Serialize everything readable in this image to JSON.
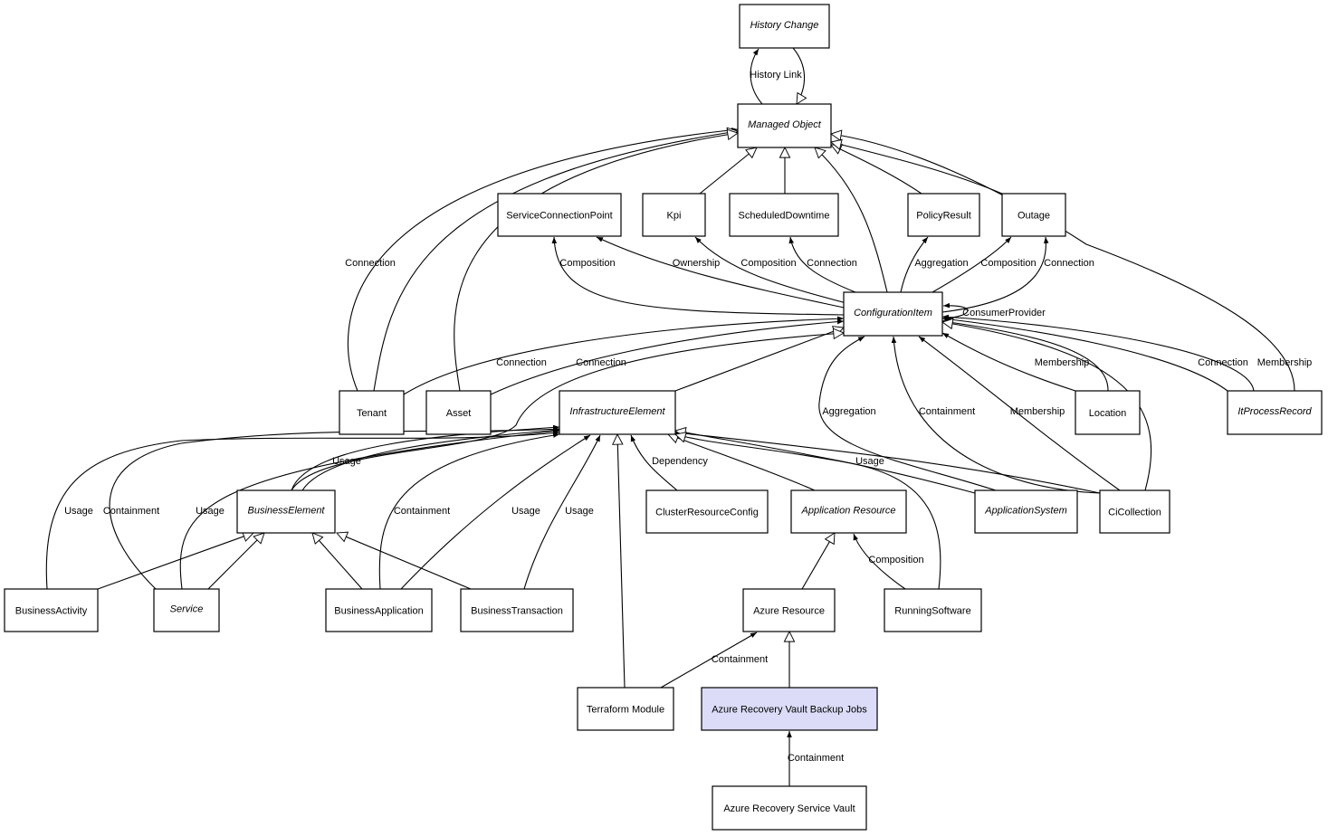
{
  "nodes": [
    {
      "id": "history_change",
      "label": "History Change",
      "abstract": true
    },
    {
      "id": "managed_object",
      "label": "Managed Object",
      "abstract": true
    },
    {
      "id": "service_connection_point",
      "label": "ServiceConnectionPoint",
      "abstract": false
    },
    {
      "id": "kpi",
      "label": "Kpi",
      "abstract": false
    },
    {
      "id": "scheduled_downtime",
      "label": "ScheduledDowntime",
      "abstract": false
    },
    {
      "id": "policy_result",
      "label": "PolicyResult",
      "abstract": false
    },
    {
      "id": "outage",
      "label": "Outage",
      "abstract": false
    },
    {
      "id": "configuration_item",
      "label": "ConfigurationItem",
      "abstract": true
    },
    {
      "id": "tenant",
      "label": "Tenant",
      "abstract": false
    },
    {
      "id": "asset",
      "label": "Asset",
      "abstract": false
    },
    {
      "id": "infrastructure_element",
      "label": "InfrastructureElement",
      "abstract": true
    },
    {
      "id": "location",
      "label": "Location",
      "abstract": false
    },
    {
      "id": "it_process_record",
      "label": "ItProcessRecord",
      "abstract": true
    },
    {
      "id": "business_element",
      "label": "BusinessElement",
      "abstract": true
    },
    {
      "id": "cluster_resource_config",
      "label": "ClusterResourceConfig",
      "abstract": false
    },
    {
      "id": "application_resource",
      "label": "Application Resource",
      "abstract": true
    },
    {
      "id": "application_system",
      "label": "ApplicationSystem",
      "abstract": true
    },
    {
      "id": "ci_collection",
      "label": "CiCollection",
      "abstract": false
    },
    {
      "id": "business_activity",
      "label": "BusinessActivity",
      "abstract": false
    },
    {
      "id": "service",
      "label": "Service",
      "abstract": true
    },
    {
      "id": "business_application",
      "label": "BusinessApplication",
      "abstract": false
    },
    {
      "id": "business_transaction",
      "label": "BusinessTransaction",
      "abstract": false
    },
    {
      "id": "azure_resource",
      "label": "Azure Resource",
      "abstract": false
    },
    {
      "id": "running_software",
      "label": "RunningSoftware",
      "abstract": false
    },
    {
      "id": "terraform_module",
      "label": "Terraform Module",
      "abstract": false
    },
    {
      "id": "azure_recovery_vault_backup_jobs",
      "label": "Azure Recovery Vault Backup Jobs",
      "abstract": false,
      "highlighted": true
    },
    {
      "id": "azure_recovery_service_vault",
      "label": "Azure Recovery Service Vault",
      "abstract": false
    }
  ],
  "colors": {
    "highlight_fill": "#dcdcf8",
    "stroke": "#000000",
    "background": "#ffffff"
  },
  "edges": [
    {
      "from": "managed_object",
      "to": "history_change",
      "type": "association",
      "label": "History Link"
    },
    {
      "from": "history_change",
      "to": "managed_object",
      "type": "generalization",
      "label": ""
    },
    {
      "from": "tenant",
      "to": "managed_object",
      "type": "association",
      "label": "Connection"
    },
    {
      "from": "tenant",
      "to": "managed_object",
      "type": "generalization",
      "label": ""
    },
    {
      "from": "asset",
      "to": "managed_object",
      "type": "generalization",
      "label": ""
    },
    {
      "from": "kpi",
      "to": "managed_object",
      "type": "generalization",
      "label": ""
    },
    {
      "from": "scheduled_downtime",
      "to": "managed_object",
      "type": "generalization",
      "label": ""
    },
    {
      "from": "configuration_item",
      "to": "managed_object",
      "type": "generalization",
      "label": ""
    },
    {
      "from": "policy_result",
      "to": "managed_object",
      "type": "generalization",
      "label": ""
    },
    {
      "from": "outage",
      "to": "managed_object",
      "type": "generalization",
      "label": ""
    },
    {
      "from": "it_process_record",
      "to": "managed_object",
      "type": "generalization",
      "label": ""
    },
    {
      "from": "configuration_item",
      "to": "service_connection_point",
      "type": "association",
      "label": "Composition"
    },
    {
      "from": "configuration_item",
      "to": "service_connection_point",
      "type": "association",
      "label": "Ownership"
    },
    {
      "from": "configuration_item",
      "to": "kpi",
      "type": "association",
      "label": "Composition"
    },
    {
      "from": "configuration_item",
      "to": "scheduled_downtime",
      "type": "association",
      "label": "Connection"
    },
    {
      "from": "configuration_item",
      "to": "policy_result",
      "type": "association",
      "label": "Aggregation"
    },
    {
      "from": "configuration_item",
      "to": "outage",
      "type": "association",
      "label": "Composition"
    },
    {
      "from": "configuration_item",
      "to": "outage",
      "type": "association",
      "label": "Connection"
    },
    {
      "from": "configuration_item",
      "to": "configuration_item",
      "type": "association",
      "label": "ConsumerProvider"
    },
    {
      "from": "tenant",
      "to": "configuration_item",
      "type": "association",
      "label": "Connection"
    },
    {
      "from": "asset",
      "to": "configuration_item",
      "type": "association",
      "label": "Connection"
    },
    {
      "from": "infrastructure_element",
      "to": "configuration_item",
      "type": "generalization",
      "label": ""
    },
    {
      "from": "business_element",
      "to": "configuration_item",
      "type": "generalization",
      "label": ""
    },
    {
      "from": "location",
      "to": "configuration_item",
      "type": "association",
      "label": "Membership"
    },
    {
      "from": "location",
      "to": "configuration_item",
      "type": "generalization",
      "label": ""
    },
    {
      "from": "it_process_record",
      "to": "configuration_item",
      "type": "association",
      "label": "Connection"
    },
    {
      "from": "it_process_record",
      "to": "configuration_item",
      "type": "association",
      "label": "Membership"
    },
    {
      "from": "ci_collection",
      "to": "configuration_item",
      "type": "generalization",
      "label": ""
    },
    {
      "from": "ci_collection",
      "to": "configuration_item",
      "type": "association",
      "label": "Membership"
    },
    {
      "from": "ci_collection",
      "to": "configuration_item",
      "type": "association",
      "label": "Containment"
    },
    {
      "from": "application_system",
      "to": "configuration_item",
      "type": "association",
      "label": "Aggregation"
    },
    {
      "from": "ci_collection",
      "to": "infrastructure_element",
      "type": "association",
      "label": "Usage"
    },
    {
      "from": "application_system",
      "to": "infrastructure_element",
      "type": "generalization",
      "label": ""
    },
    {
      "from": "application_resource",
      "to": "infrastructure_element",
      "type": "generalization",
      "label": ""
    },
    {
      "from": "running_software",
      "to": "infrastructure_element",
      "type": "generalization",
      "label": ""
    },
    {
      "from": "cluster_resource_config",
      "to": "infrastructure_element",
      "type": "association",
      "label": "Dependency"
    },
    {
      "from": "terraform_module",
      "to": "infrastructure_element",
      "type": "generalization",
      "label": ""
    },
    {
      "from": "business_transaction",
      "to": "infrastructure_element",
      "type": "association",
      "label": "Usage"
    },
    {
      "from": "business_application",
      "to": "infrastructure_element",
      "type": "association",
      "label": "Usage"
    },
    {
      "from": "business_application",
      "to": "infrastructure_element",
      "type": "association",
      "label": "Containment"
    },
    {
      "from": "business_element",
      "to": "infrastructure_element",
      "type": "association",
      "label": "Usage"
    },
    {
      "from": "business_element",
      "to": "infrastructure_element",
      "type": "association",
      "label": ""
    },
    {
      "from": "service",
      "to": "infrastructure_element",
      "type": "association",
      "label": "Usage"
    },
    {
      "from": "service",
      "to": "infrastructure_element",
      "type": "association",
      "label": "Containment"
    },
    {
      "from": "business_activity",
      "to": "infrastructure_element",
      "type": "association",
      "label": "Usage"
    },
    {
      "from": "business_activity",
      "to": "business_element",
      "type": "generalization",
      "label": ""
    },
    {
      "from": "service",
      "to": "business_element",
      "type": "generalization",
      "label": ""
    },
    {
      "from": "business_application",
      "to": "business_element",
      "type": "generalization",
      "label": ""
    },
    {
      "from": "business_transaction",
      "to": "business_element",
      "type": "generalization",
      "label": ""
    },
    {
      "from": "azure_resource",
      "to": "application_resource",
      "type": "generalization",
      "label": ""
    },
    {
      "from": "running_software",
      "to": "application_resource",
      "type": "association",
      "label": "Composition"
    },
    {
      "from": "terraform_module",
      "to": "azure_resource",
      "type": "association",
      "label": "Containment"
    },
    {
      "from": "azure_recovery_vault_backup_jobs",
      "to": "azure_resource",
      "type": "generalization",
      "label": ""
    },
    {
      "from": "azure_recovery_service_vault",
      "to": "azure_recovery_vault_backup_jobs",
      "type": "association",
      "label": "Containment"
    }
  ]
}
